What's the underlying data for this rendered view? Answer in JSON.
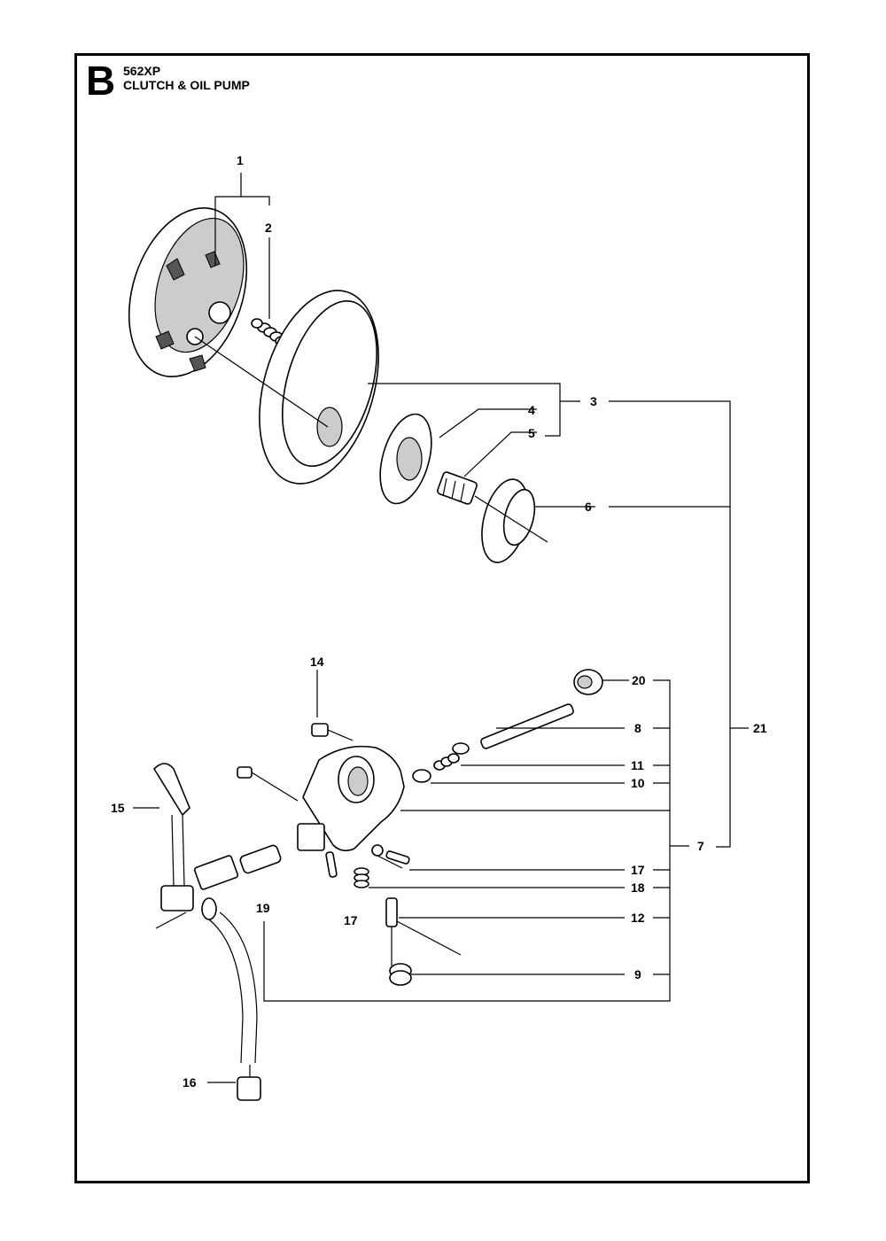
{
  "header": {
    "section_letter": "B",
    "model": "562XP",
    "title": "CLUTCH & OIL PUMP"
  },
  "callouts": {
    "c1": "1",
    "c2": "2",
    "c3": "3",
    "c4": "4",
    "c5": "5",
    "c6": "6",
    "c7": "7",
    "c8": "8",
    "c9": "9",
    "c10": "10",
    "c11": "11",
    "c12": "12",
    "c14": "14",
    "c15": "15",
    "c16": "16",
    "c17a": "17",
    "c17b": "17",
    "c18": "18",
    "c19": "19",
    "c20": "20",
    "c21": "21"
  }
}
